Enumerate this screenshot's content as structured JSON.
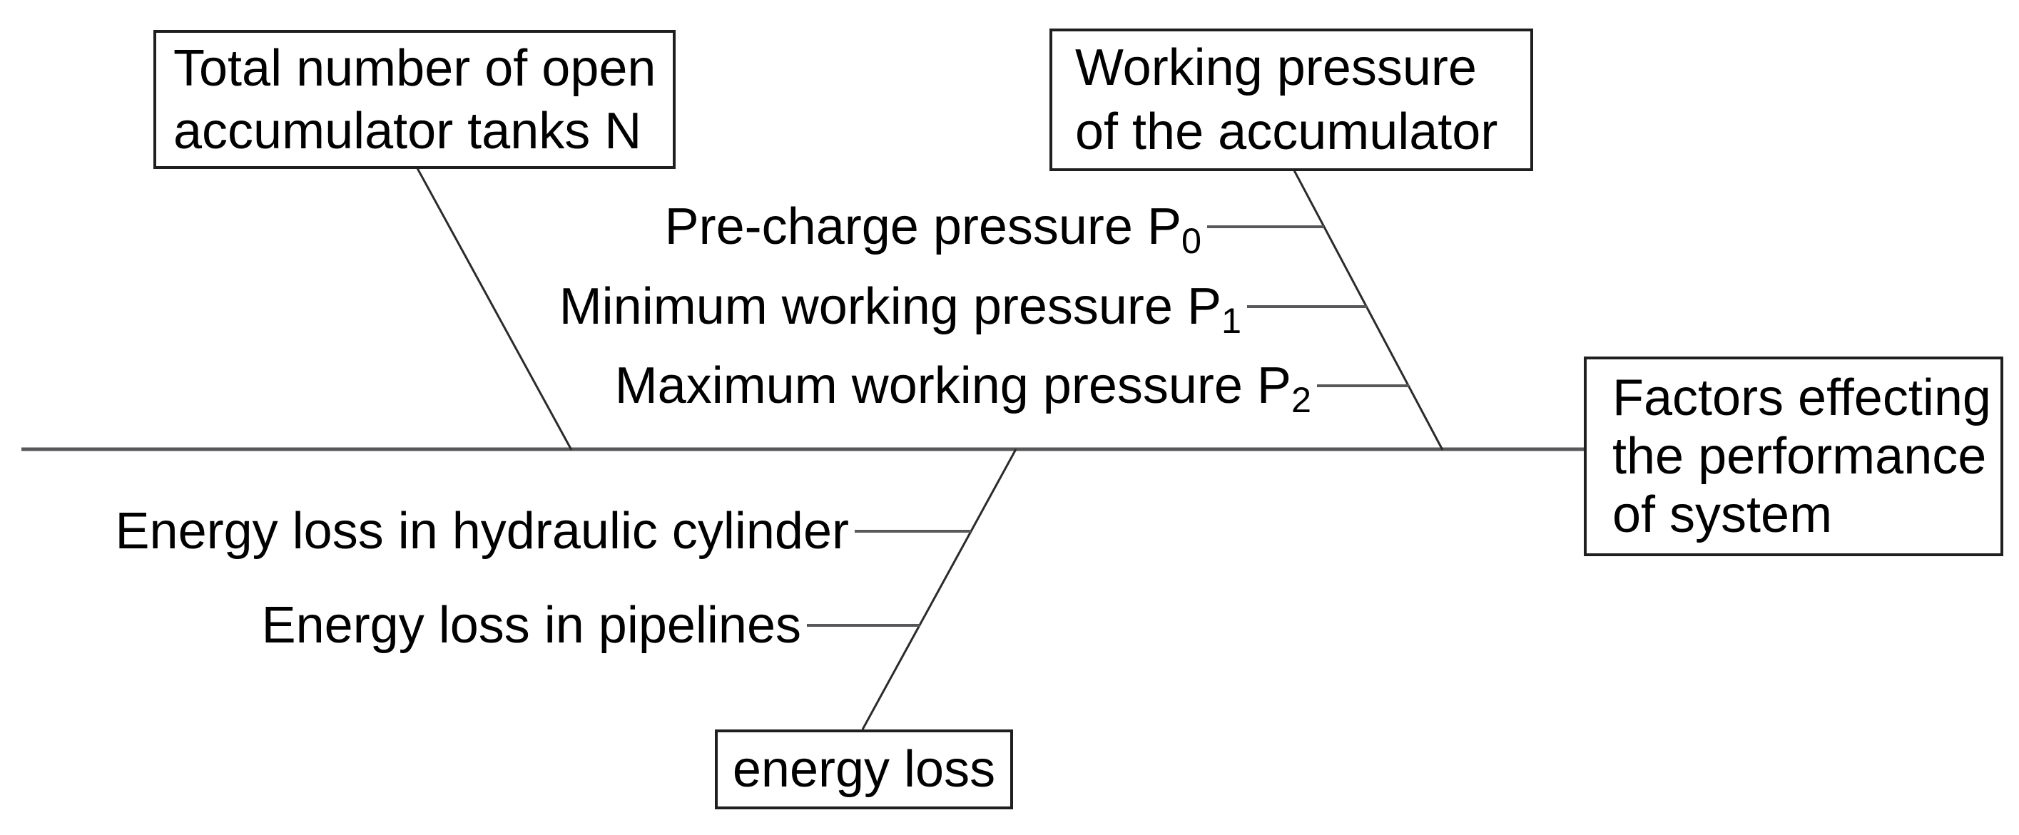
{
  "colors": {
    "background": "#ffffff",
    "text": "#000000",
    "border": "#1f1f1f",
    "spine": "#58585a",
    "bone": "#2b2b2b"
  },
  "diagram": {
    "type": "fishbone",
    "effect_box": {
      "lines": [
        "Factors effecting",
        "the performance",
        "of system"
      ]
    },
    "top_left_box": {
      "lines": [
        "Total number of open",
        "accumulator tanks N"
      ]
    },
    "top_right_box": {
      "lines": [
        "Working pressure",
        "of the accumulator"
      ]
    },
    "bottom_box": {
      "label": "energy loss"
    },
    "pressure_branches": [
      {
        "text": "Pre-charge pressure P",
        "sub": "0"
      },
      {
        "text": "Minimum working pressure P",
        "sub": "1"
      },
      {
        "text": "Maximum working pressure P",
        "sub": "2"
      }
    ],
    "energy_branches": [
      {
        "text": "Energy loss in hydraulic cylinder"
      },
      {
        "text": "Energy loss in pipelines"
      }
    ]
  }
}
